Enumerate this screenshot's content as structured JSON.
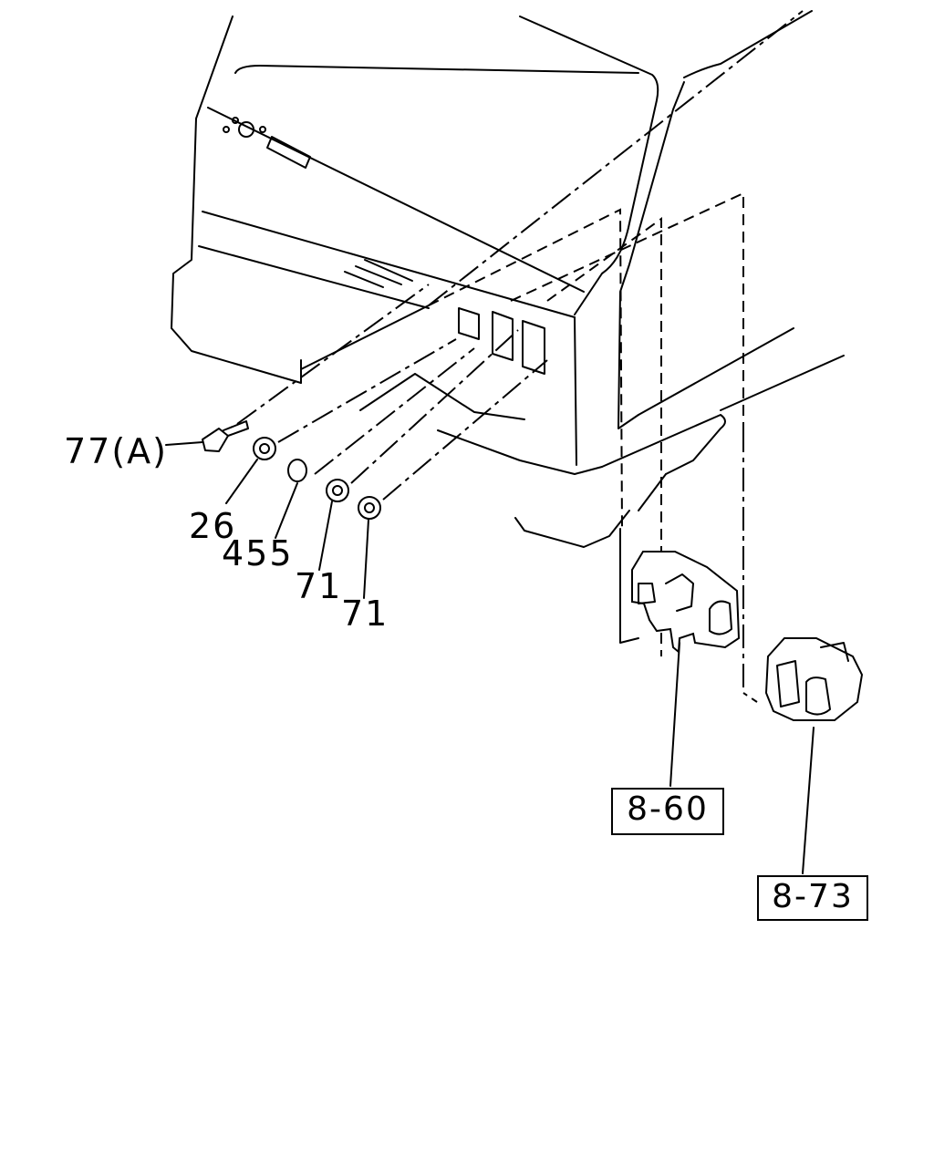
{
  "callouts": [
    {
      "id": "77a",
      "text": "77(A)"
    },
    {
      "id": "26",
      "text": "26"
    },
    {
      "id": "455",
      "text": "455"
    },
    {
      "id": "71a",
      "text": "71"
    },
    {
      "id": "71b",
      "text": "71"
    }
  ],
  "references": [
    {
      "id": "ref-8-60",
      "text": "8-60"
    },
    {
      "id": "ref-8-73",
      "text": "8-73"
    }
  ]
}
